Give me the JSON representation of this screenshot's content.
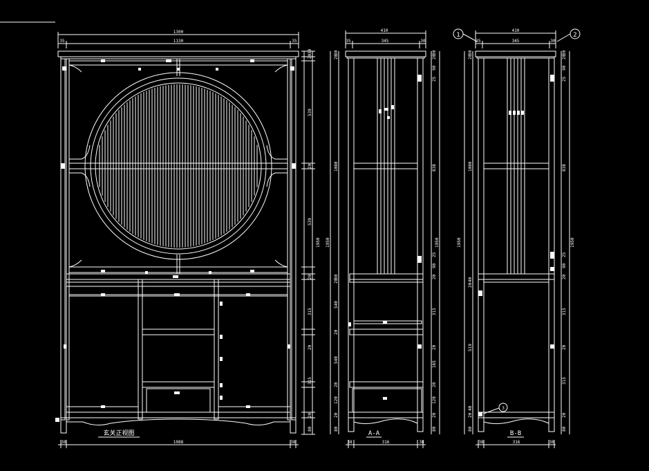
{
  "drawing": {
    "front_view": {
      "title": "玄关正视图",
      "overall_width": "1300",
      "top_widths": [
        "35",
        "1130",
        "35"
      ],
      "bottom_widths": [
        "38",
        "1088",
        "38"
      ],
      "left_heights": [
        "1950"
      ],
      "right_heights": [
        "30",
        "20",
        "539",
        "20",
        "539",
        "20",
        "315",
        "20",
        "315",
        "20",
        "80"
      ]
    },
    "section_a": {
      "title": "A-A",
      "overall_width": "410",
      "top_widths": [
        "35",
        "345",
        "30"
      ],
      "bottom_widths": [
        "38",
        "316",
        "38"
      ],
      "left_heights": [
        "30",
        "20",
        "1080",
        "30",
        "20",
        "540",
        "20",
        "540",
        "20",
        "120",
        "20",
        "80"
      ],
      "left_total": "1950",
      "right_heights": [
        "30",
        "20",
        "90",
        "25",
        "838",
        "25",
        "90",
        "20",
        "315",
        "20",
        "165",
        "20",
        "120",
        "20",
        "80"
      ],
      "right_total": "1950"
    },
    "section_b": {
      "title": "B-B",
      "overall_width": "410",
      "top_widths": [
        "35",
        "345",
        "30"
      ],
      "bottom_widths": [
        "38",
        "316",
        "38"
      ],
      "callouts": [
        "1",
        "2",
        "3"
      ],
      "left_heights": [
        "30",
        "20",
        "1080",
        "40",
        "20",
        "519",
        "80",
        "20",
        "40"
      ],
      "left_total": "1950",
      "right_heights": [
        "30",
        "20",
        "90",
        "25",
        "838",
        "25",
        "90",
        "20",
        "315",
        "20",
        "315",
        "20",
        "80"
      ],
      "right_total": "1950"
    },
    "line_color": "#ffffff"
  }
}
